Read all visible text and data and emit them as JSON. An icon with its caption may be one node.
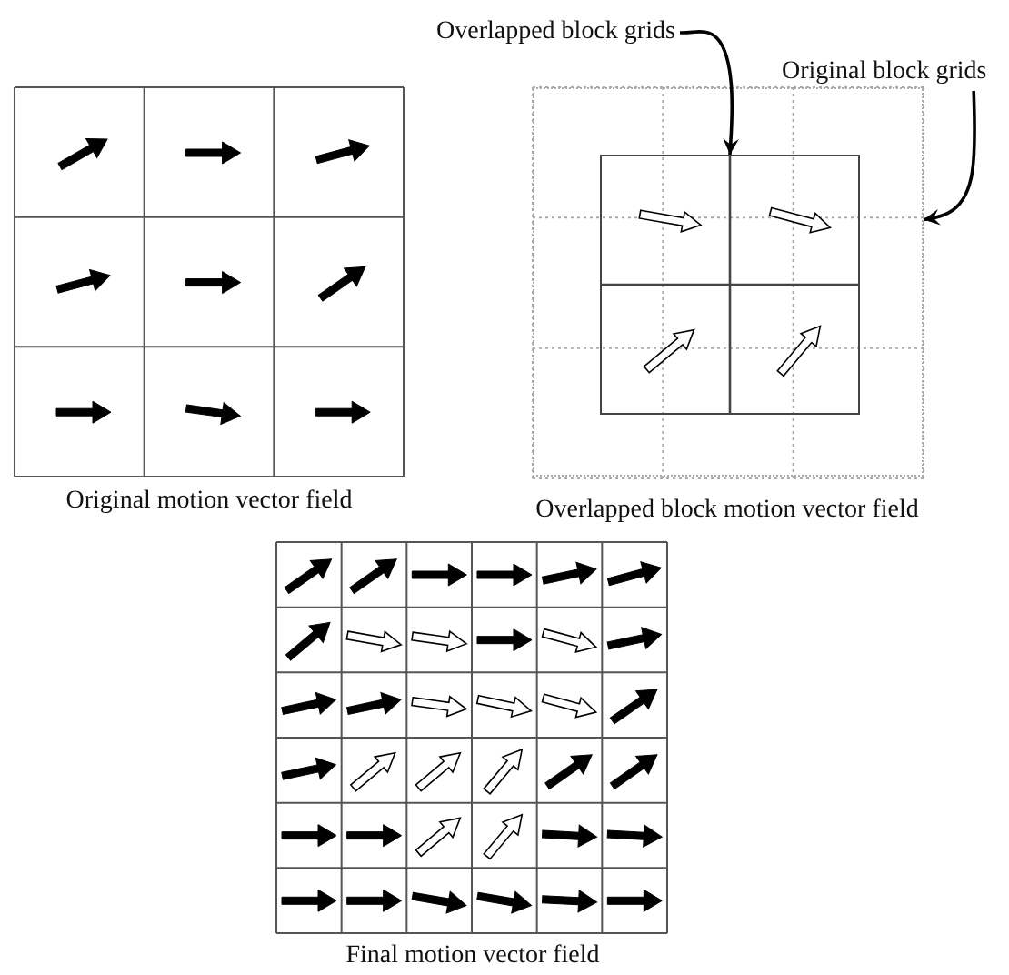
{
  "diagram": {
    "nodes": [
      {
        "text": [
          "Overlapped block grids"
        ]
      },
      {
        "text": [
          "Original block grids"
        ]
      },
      {
        "text": [],
        "shape": "box"
      },
      {
        "text": [],
        "shape": "box",
        "in": 2
      }
    ],
    "edges": [
      {
        "from": 0,
        "to": 3,
        "arrow": "to"
      },
      {
        "from": 1,
        "to": 2,
        "arrow": "to"
      }
    ],
    "labels": [
      "Original motion vector field",
      "Overlapped block motion vector field",
      "Final motion vector field"
    ]
  }
}
